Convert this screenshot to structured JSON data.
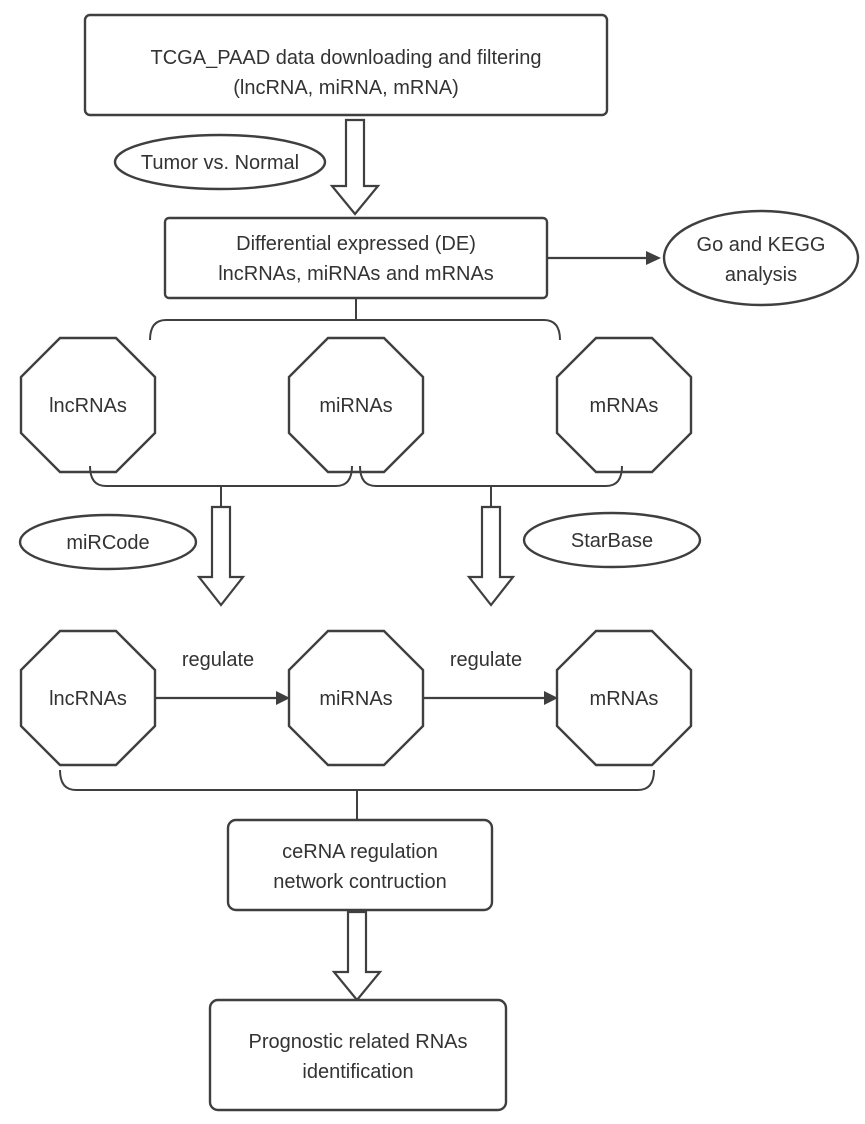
{
  "diagram": {
    "type": "flowchart",
    "colors": {
      "stroke": "#3f3f3f",
      "text": "#333333",
      "background": "#ffffff"
    },
    "nodes": {
      "tcga": {
        "line1": "TCGA_PAAD data downloading and filtering",
        "line2": "(lncRNA, miRNA, mRNA)"
      },
      "tumor_vs_normal": {
        "label": "Tumor vs. Normal"
      },
      "de": {
        "line1": "Differential expressed (DE)",
        "line2": "lncRNAs, miRNAs and mRNAs"
      },
      "go_kegg": {
        "line1": "Go and KEGG",
        "line2": "analysis"
      },
      "lncrnas_top": {
        "label": "lncRNAs"
      },
      "mirnas_top": {
        "label": "miRNAs"
      },
      "mrnas_top": {
        "label": "mRNAs"
      },
      "mircode": {
        "label": "miRCode"
      },
      "starbase": {
        "label": "StarBase"
      },
      "lncrnas_bottom": {
        "label": "lncRNAs"
      },
      "mirnas_bottom": {
        "label": "miRNAs"
      },
      "mrnas_bottom": {
        "label": "mRNAs"
      },
      "cerna": {
        "line1": "ceRNA regulation",
        "line2": "network contruction"
      },
      "prognostic": {
        "line1": "Prognostic related RNAs",
        "line2": "identification"
      }
    },
    "edge_labels": {
      "regulate_left": "regulate",
      "regulate_right": "regulate"
    }
  }
}
